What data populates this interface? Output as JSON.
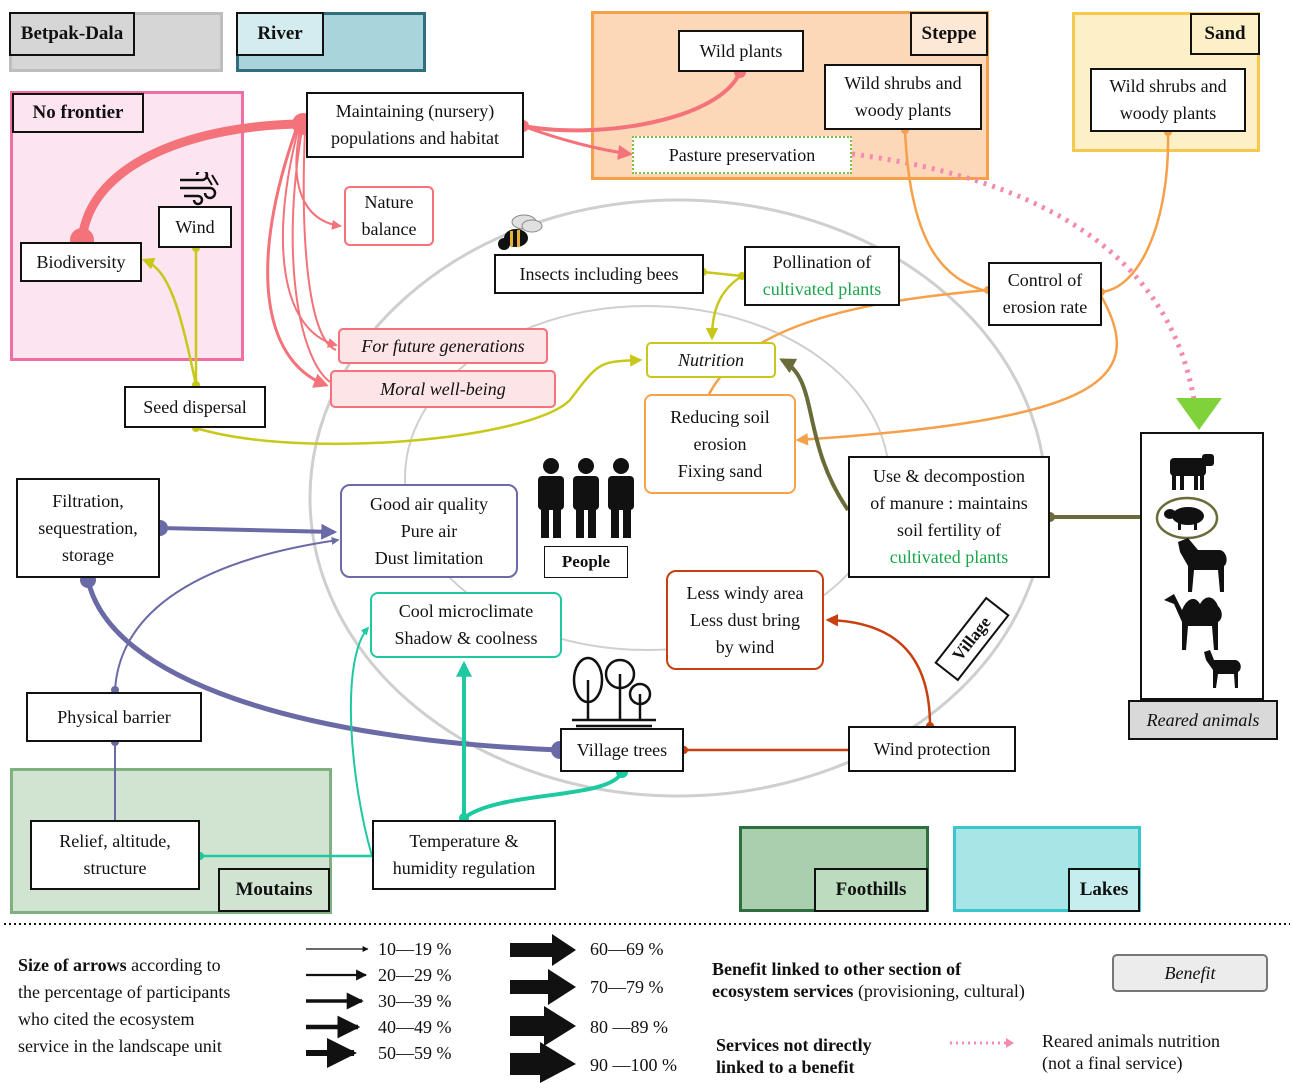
{
  "regions": {
    "betpak": "Betpak-Dala",
    "river": "River",
    "no_frontier": "No frontier",
    "steppe": "Steppe",
    "sand": "Sand",
    "moutains": "Moutains",
    "foothills": "Foothills",
    "lakes": "Lakes",
    "village": "Village",
    "people": "People"
  },
  "nodes": {
    "maintaining_1": "Maintaining (nursery)",
    "maintaining_2": "populations and habitat",
    "wild_plants": "Wild plants",
    "steppe_shrubs_1": "Wild shrubs and",
    "steppe_shrubs_2": "woody plants",
    "sand_shrubs_1": "Wild shrubs and",
    "sand_shrubs_2": "woody plants",
    "pasture": "Pasture preservation",
    "wind": "Wind",
    "biodiversity": "Biodiversity",
    "nature_1": "Nature",
    "nature_2": "balance",
    "insects": "Insects including bees",
    "pollination_1": "Pollination of",
    "pollination_2": "cultivated plants",
    "control_1": "Control of",
    "control_2": "erosion rate",
    "future": "For future generations",
    "moral": "Moral well-being",
    "nutrition": "Nutrition",
    "seed": "Seed dispersal",
    "reducing_1": "Reducing soil",
    "reducing_2": "erosion",
    "reducing_3": "Fixing sand",
    "manure_1": "Use & decompostion",
    "manure_2": "of manure : maintains",
    "manure_3": "soil fertility of",
    "manure_4": "cultivated plants",
    "filtration_1": "Filtration,",
    "filtration_2": "sequestration,",
    "filtration_3": "storage",
    "air_1": "Good air quality",
    "air_2": "Pure air",
    "air_3": "Dust limitation",
    "cool_1": "Cool microclimate",
    "cool_2": "Shadow & coolness",
    "windy_1": "Less windy area",
    "windy_2": "Less dust bring",
    "windy_3": "by wind",
    "barrier": "Physical barrier",
    "village_trees": "Village trees",
    "wind_protection": "Wind protection",
    "relief_1": "Relief, altitude,",
    "relief_2": "structure",
    "temp_1": "Temperature &",
    "temp_2": "humidity regulation",
    "reared": "Reared animals"
  },
  "legend": {
    "size_bold": "Size of arrows",
    "size_rest_1": " according to",
    "size_line_2": "the percentage of participants",
    "size_line_3": "who cited the ecosystem",
    "size_line_4": "service in the landscape unit",
    "r1": "10—19 %",
    "r2": "20—29 %",
    "r3": "30—39 %",
    "r4": "40—49 %",
    "r5": "50—59 %",
    "r6": "60—69 %",
    "r7": "70—79 %",
    "r8": "80 —89 %",
    "r9": "90 —100 %",
    "benefit_link_1": "Benefit linked to other section of",
    "benefit_link_2": "ecosystem services",
    "benefit_link_3": " (provisioning, cultural)",
    "not_linked_1": "Services not directly",
    "not_linked_2": "linked to a benefit",
    "benefit_box": "Benefit",
    "reared_nutrition_1": "Reared animals nutrition",
    "reared_nutrition_2": "(not a final service)"
  },
  "colors": {
    "biodiversity": "#f4727a",
    "steppe": "#f6a04a",
    "wind": "#c8c81a",
    "airflow": "#6a6aa6",
    "teal": "#1ec8a0",
    "manure": "#6b6b3a",
    "windprot": "#c8400f",
    "accent_green": "#1aa64a"
  },
  "icons": [
    "wind-icon",
    "bee-icon",
    "people-icon",
    "trees-icon",
    "cow-icon",
    "sheep-icon",
    "horse-icon",
    "camel-icon",
    "goat-icon"
  ]
}
